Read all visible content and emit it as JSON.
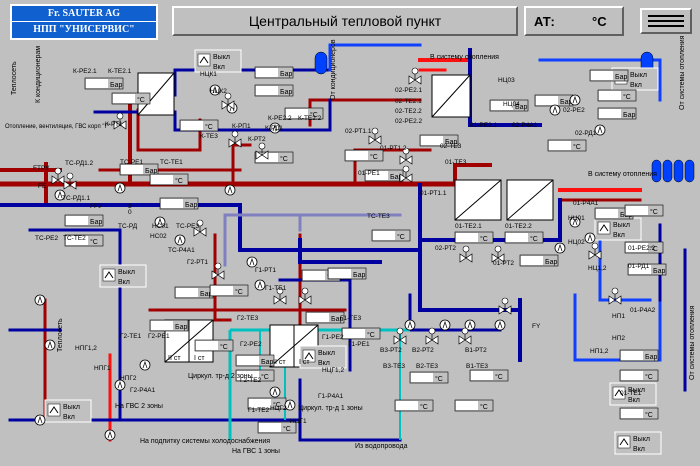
{
  "header": {
    "logo_line1": "Fr. SAUTER AG",
    "logo_line2": "НПП \"УНИСЕРВИС\"",
    "title": "Центральный тепловой пункт",
    "at_label": "АТ:",
    "at_unit": "°C"
  },
  "switches": {
    "off": "Выкл",
    "on": "Вкл"
  },
  "units": {
    "temp": "°C",
    "pressure": "Бар"
  },
  "labels": {
    "teplovik": "Теплосеть",
    "to_conditioners": "К кондиционерам",
    "heating_vent": "Отопление, вентиляция, ГВС корп \"Г\"",
    "to_heating_1": "В систему отопления",
    "to_heating_2": "В систему отопления",
    "from_heating_1": "От системы отопления",
    "from_heating_2": "От системы отопления",
    "from_conditioners": "От кондиционеров",
    "circ_2": "Циркул. тр-д 2 зоны",
    "circ_1": "Циркул. тр-д 1 зоны",
    "gvs2": "На ГВС 2 зоны",
    "gvs1": "На ГВС 1 зоны",
    "makeup": "На подпитку системы холодоснабжения",
    "from_water": "Из водопровода",
    "teplovik2": "Теплосеть",
    "ii_st": "II ст",
    "i_st": "I ст"
  },
  "tags": {
    "k_pe21": "К-РЕ2.1",
    "k_te21": "К-ТЕ2.1",
    "nck1": "НЦК1",
    "nck2": "НЦК2",
    "k_pe22": "К-РЕ2.2",
    "k_te22": "К-ТЕ2.2",
    "k_rd1": "К-РД1",
    "k_rp1": "К-РП1",
    "k_rt1": "К-РТ1",
    "k_rt2": "К-РТ2",
    "k_te3": "К-ТЕ3",
    "tc_rd12": "ТС-РД1.2",
    "tc_rd11": "ТС-РД1.1",
    "tc_pe1": "ТС-РЕ1",
    "tc_te1": "ТС-ТЕ1",
    "ftpu": "FTPУ",
    "fpu": "FPУ",
    "fe": "FE",
    "tc_pe2": "ТС-РЕ2",
    "tc_te2": "ТС-ТЕ2",
    "tc_rd": "ТС-РД",
    "nc01": "НС01",
    "nc02": "НС02",
    "tc_pe3": "ТС-РЕ3",
    "tc_p4a1": "ТС-Р4А1",
    "tc_te3": "ТС-ТЕ3",
    "g2_rt1": "Г2-РТ1",
    "g1_rt1": "Г1-РТ1",
    "g1_te1": "Г1-ТЕ1",
    "g1_te3": "Г1-ТЕ3",
    "g2_te3": "Г2-ТЕ3",
    "g2_te1": "Г2-ТЕ1",
    "g2_pe1": "Г2-РЕ1",
    "g2_pe2": "Г2-РЕ2",
    "g1_pe2": "Г1-РЕ2",
    "g1_pe1": "Г1-РЕ1",
    "g2_te2": "Г2-ТЕ2",
    "g1_te2": "Г1-ТЕ2",
    "npg1": "НПГ1",
    "npg2": "НПГ2",
    "g2_p4a1": "Г2-Р4А1",
    "g1_p4a1": "Г1-Р4А1",
    "ncg1": "НЦГ1",
    "ncg2": "НЦГ2",
    "ncg12": "НЦГ1,2",
    "npg12": "НПГ1,2",
    "rt_01_12": "01-РТ1.2",
    "rt_01_11": "01-РТ1.1",
    "rt_02_11": "02-РТ1.1",
    "te_02_3": "02-ТЕ3",
    "te_01_3": "01-ТЕ3",
    "pe_01_1": "01-РЕ1",
    "te_01_21": "01-ТЕ2.1",
    "te_01_22": "01-ТЕ2.2",
    "rt_02_2": "02-РТ2",
    "rt_01_2": "01-РТ2",
    "pe_02_21": "02-РЕ2.1",
    "te_02_21": "02-ТЕ2.1",
    "te_02_22": "02-ТЕ2.2",
    "pe_02_22": "02-РЕ2.2",
    "nc03": "НЦ03",
    "nc04": "НЦ04",
    "pe_01_21": "01-РЕ2.1",
    "p4a1_02": "02-Р4А1",
    "pe_02_2": "02-РЕ2",
    "rd1_02": "02-РД1",
    "p4a1_01": "01-Р4А1",
    "nc01b": "НЦ01",
    "nc02b": "НЦ02",
    "nc012": "НЦ1,2",
    "rd1_01": "01-РД1",
    "pe_01_22": "01-РЕ2.2",
    "np1": "НП1",
    "np2": "НП2",
    "np12": "НП1,2",
    "p4a2_01": "01-Р4А2",
    "te1_01": "01-ТЕ1",
    "b3_rt2": "В3-РТ2",
    "b2_rt2": "В2-РТ2",
    "b1_rt2": "В1-РТ2",
    "b3_te3": "В3-ТЕ3",
    "b2_te3": "В2-ТЕ3",
    "b1_te3": "В1-ТЕ3",
    "fy": "FY",
    "three": "3",
    "zero": "0"
  },
  "colors": {
    "bg": "#c0c0c0",
    "supply": "#a00000",
    "supply_bright": "#ff1010",
    "return": "#0000a0",
    "return_bright": "#1040ff",
    "cold": "#00c0c0",
    "grey_pipe": "#8080c0",
    "logo": "#1060d0",
    "tank": "#0040ff"
  }
}
